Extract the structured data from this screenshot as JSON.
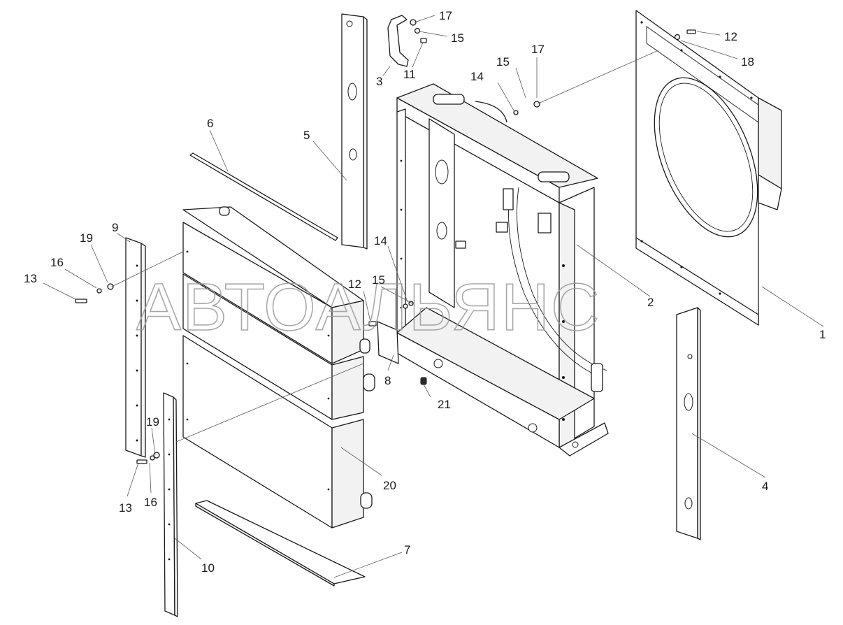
{
  "watermark": "АВТОАЛЬЯНС",
  "callouts": [
    {
      "id": "c17a",
      "text": "17"
    },
    {
      "id": "c15a",
      "text": "15"
    },
    {
      "id": "c3",
      "text": "3"
    },
    {
      "id": "c11",
      "text": "11"
    },
    {
      "id": "c15b",
      "text": "15"
    },
    {
      "id": "c17b",
      "text": "17"
    },
    {
      "id": "c14a",
      "text": "14"
    },
    {
      "id": "c12a",
      "text": "12"
    },
    {
      "id": "c18",
      "text": "18"
    },
    {
      "id": "c6",
      "text": "6"
    },
    {
      "id": "c5",
      "text": "5"
    },
    {
      "id": "c9",
      "text": "9"
    },
    {
      "id": "c19a",
      "text": "19"
    },
    {
      "id": "c16a",
      "text": "16"
    },
    {
      "id": "c13a",
      "text": "13"
    },
    {
      "id": "c14b",
      "text": "14"
    },
    {
      "id": "c12b",
      "text": "12"
    },
    {
      "id": "c15c",
      "text": "15"
    },
    {
      "id": "c2",
      "text": "2"
    },
    {
      "id": "c1",
      "text": "1"
    },
    {
      "id": "c8",
      "text": "8"
    },
    {
      "id": "c21",
      "text": "21"
    },
    {
      "id": "c19b",
      "text": "19"
    },
    {
      "id": "c16b",
      "text": "16"
    },
    {
      "id": "c13b",
      "text": "13"
    },
    {
      "id": "c20",
      "text": "20"
    },
    {
      "id": "c4",
      "text": "4"
    },
    {
      "id": "c10",
      "text": "10"
    },
    {
      "id": "c7",
      "text": "7"
    }
  ]
}
